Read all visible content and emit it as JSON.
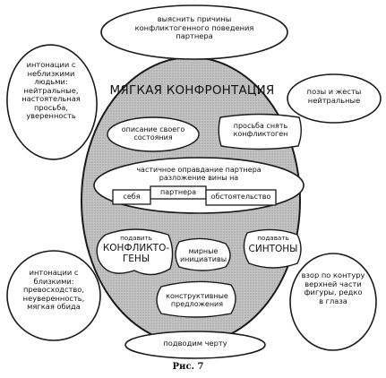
{
  "title": "МЯГКАЯ КОНФРОНТАЦИЯ",
  "caption": "Рис. 7",
  "top_goal": "выяснить причины конфликтогенного поведения партнера",
  "left_top_bubble": "интонации с неблизкими людьми: нейтральные, настоятельная просьба, уверенность",
  "right_top_bubble": "позы и жесты нейтральные",
  "left_bottom_bubble": "интонации с близкими: превосходство, неуверенность, мягкая обида",
  "right_bottom_bubble": "взор по контуру верхней части фигуры, редко в глаза",
  "describe_state": "описание своего состояния",
  "ask_remove": "просьба снять конфликтоген",
  "partial_justification": "частичное оправдание партнера разложение вины на",
  "blame_self": "себя",
  "blame_partner": "партнера",
  "blame_circumstance": "обстоятельство",
  "mimic_conflictogens_verb": "подавить",
  "mimic_conflictogens_noun": "КОНФЛИКТО-ГЕНЫ",
  "peaceful_initiatives": "мирные инициативы",
  "mimic_syntons_verb": "подавать",
  "mimic_syntons_noun": "СИНТОНЫ",
  "constructive_proposals": "конструктивные предложения",
  "bottom_conclusion": "подводим черту",
  "colors": {
    "fill_grey": "#bdbdbd",
    "line": "#1a1a1a",
    "paper": "#ffffff"
  }
}
